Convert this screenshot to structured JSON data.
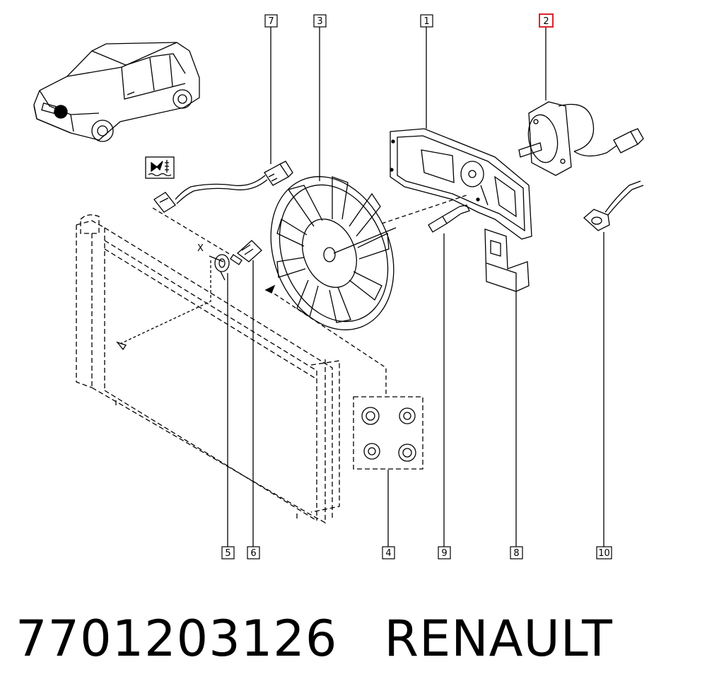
{
  "callouts": [
    {
      "id": "c7",
      "label": "7"
    },
    {
      "id": "c3",
      "label": "3"
    },
    {
      "id": "c1",
      "label": "1"
    },
    {
      "id": "c2",
      "label": "2",
      "highlighted": true
    },
    {
      "id": "c5",
      "label": "5"
    },
    {
      "id": "c6",
      "label": "6"
    },
    {
      "id": "c4",
      "label": "4"
    },
    {
      "id": "c9",
      "label": "9"
    },
    {
      "id": "c8",
      "label": "8"
    },
    {
      "id": "c10",
      "label": "10"
    }
  ],
  "axis_marker": "X",
  "caption": {
    "part_number": "7701203126",
    "brand": "RENAULT"
  },
  "colors": {
    "line": "#000000",
    "highlight": "#d9242b",
    "background": "#ffffff"
  },
  "icons": [
    "car-illustration-icon",
    "fan-temperature-icon"
  ]
}
